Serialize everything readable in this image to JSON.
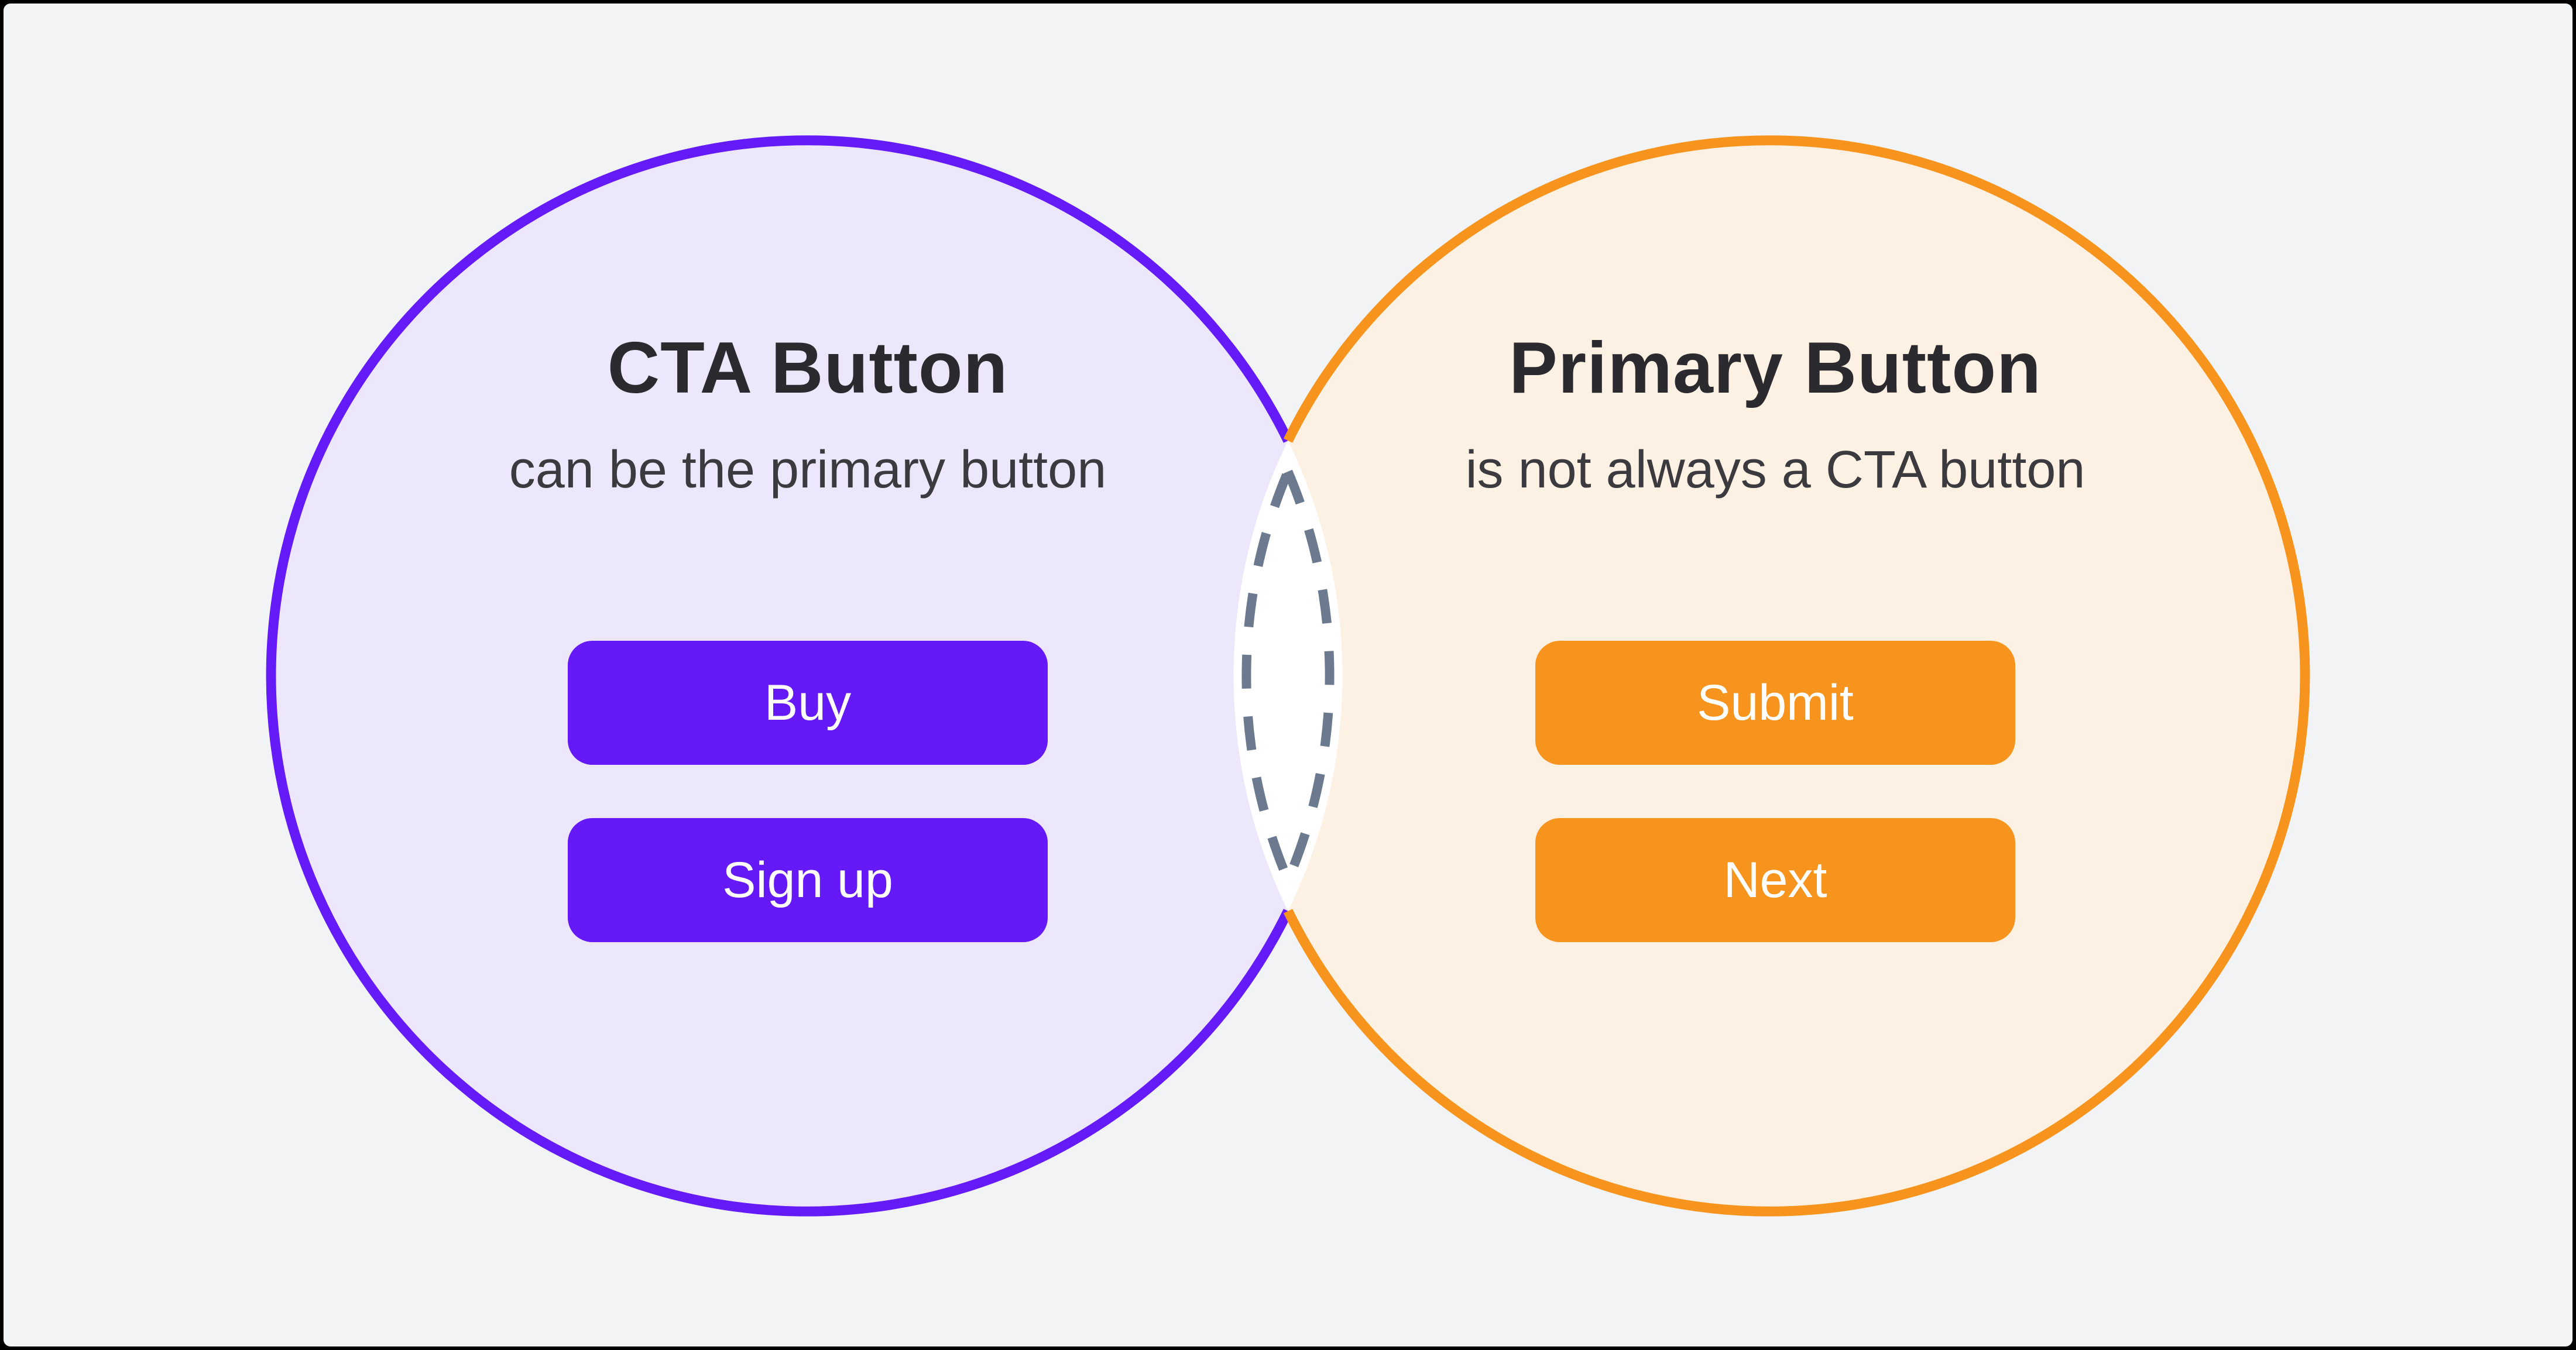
{
  "diagram": {
    "left_circle": {
      "title": "CTA Button",
      "subtitle": "can be the primary button",
      "buttons": [
        {
          "label": "Buy"
        },
        {
          "label": "Sign up"
        }
      ]
    },
    "right_circle": {
      "title": "Primary Button",
      "subtitle": "is not always a CTA button",
      "buttons": [
        {
          "label": "Submit"
        },
        {
          "label": "Next"
        }
      ]
    }
  },
  "colors": {
    "background": "#F2F3F5",
    "frame": "#000000",
    "left-fill": "#EDE7FB",
    "left-stroke": "#651AF8",
    "left-button": "#6519F7",
    "right-fill": "#FDF1E3",
    "right-stroke": "#F7941D",
    "right-button": "#F7941D",
    "lens-fill": "#FFFFFF",
    "lens-dash": "#6B7A8F",
    "title-text": "#2B2A2E",
    "subtitle-text": "#3B3A3F",
    "button-text": "#FFFFFF"
  }
}
